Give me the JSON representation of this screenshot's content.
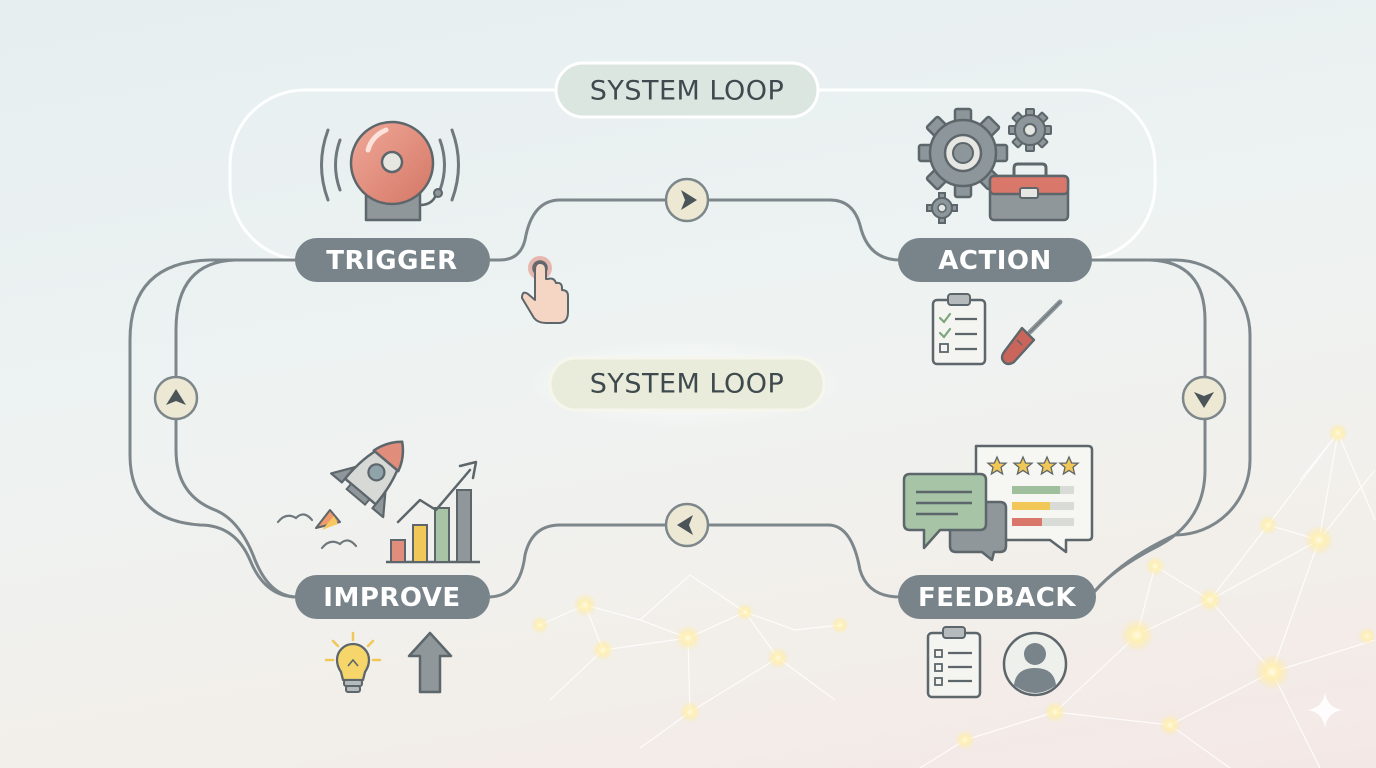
{
  "diagram": {
    "top_label": "SYSTEM LOOP",
    "center_label": "SYSTEM LOOP",
    "stages": {
      "trigger": "TRIGGER",
      "action": "ACTION",
      "feedback": "FEEDBACK",
      "improve": "IMPROVE"
    }
  },
  "colors": {
    "pill": "#78838a",
    "line": "#7d878b",
    "arrow_node": "#ece8d4",
    "bell": "#e08d7c",
    "toolbox": "#d9776a",
    "chat": "#a7c4a6",
    "star": "#f1c757",
    "glow": "#fff2b8"
  },
  "icons": {
    "trigger": [
      "alarm-bell-icon",
      "pointing-hand-icon"
    ],
    "action": [
      "gears-icon",
      "toolbox-icon",
      "checklist-clipboard-icon",
      "screwdriver-icon"
    ],
    "feedback": [
      "chat-bubbles-icon",
      "star-rating-card-icon",
      "clipboard-icon",
      "user-avatar-icon"
    ],
    "improve": [
      "rocket-icon",
      "growth-chart-icon",
      "lightbulb-icon",
      "up-arrow-icon"
    ]
  }
}
